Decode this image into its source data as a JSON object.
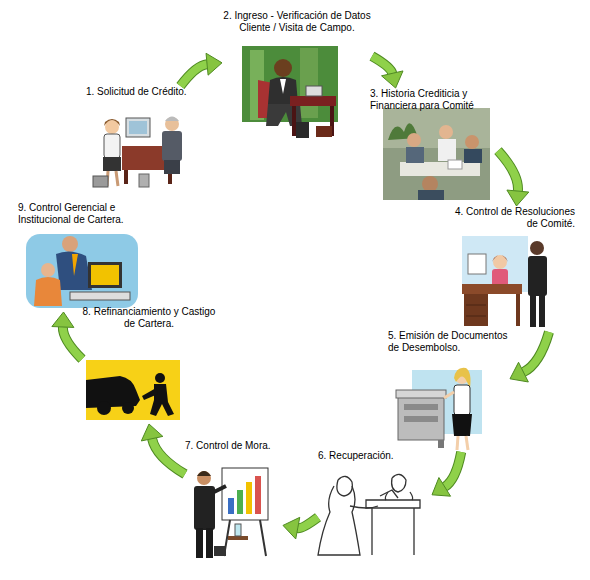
{
  "diagram": {
    "nodes": [
      {
        "text": [
          "1. Solicitud de Crédito."
        ]
      },
      {
        "text": [
          "2. Ingreso - Verificación de Datos Cliente / Visita de Campo."
        ]
      },
      {
        "text": [
          "3. Historia Crediticia y Financiera para Comité"
        ]
      },
      {
        "text": [
          "4. Control de Resoluciones de Comité."
        ]
      },
      {
        "text": [
          "5. Emisión de Documentos de Desembolso."
        ]
      },
      {
        "text": [
          "6. Recuperación."
        ]
      },
      {
        "text": [
          "7. Control de Mora."
        ]
      },
      {
        "text": [
          "8. Refinanciamiento y Castigo de Cartera."
        ]
      },
      {
        "text": [
          "9. Control Gerencial e Institucional de Cartera."
        ]
      }
    ],
    "edges": [
      {
        "from": 0,
        "to": 1,
        "arrow": "to"
      },
      {
        "from": 1,
        "to": 2,
        "arrow": "to"
      },
      {
        "from": 2,
        "to": 3,
        "arrow": "to"
      },
      {
        "from": 3,
        "to": 4,
        "arrow": "to"
      },
      {
        "from": 4,
        "to": 5,
        "arrow": "to"
      },
      {
        "from": 5,
        "to": 6,
        "arrow": "to"
      },
      {
        "from": 6,
        "to": 7,
        "arrow": "to"
      },
      {
        "from": 7,
        "to": 8,
        "arrow": "to"
      }
    ]
  }
}
